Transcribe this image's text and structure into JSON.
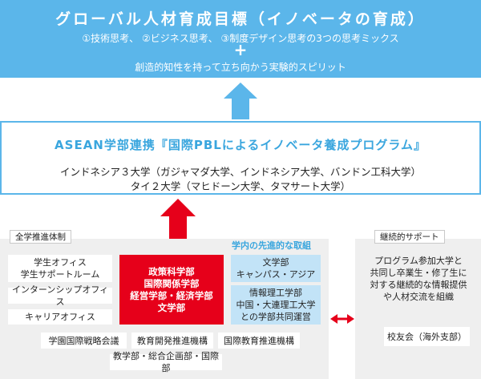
{
  "goal": {
    "title": "グローバル人材育成目標（イノベータの育成）",
    "line1": "①技術思考、 ②ビジネス思考、 ③制度デザイン思考の3つの思考ミックス",
    "plus": "+",
    "line2": "創造的知性を持って立ち向かう実験的スピリット"
  },
  "program": {
    "title": "ASEAN学部連携『国際PBLによるイノベータ養成プログラム』",
    "line1": "インドネシア３大学（ガジャマダ大学、インドネシア大学、バンドン工科大学）",
    "line2": "タイ２大学（マヒドーン大学、タマサート大学）"
  },
  "left_panel": {
    "tag": "全学推進体制",
    "offices": [
      "学生オフィス\n学生サポートルーム",
      "インターンシップオフィス",
      "キャリアオフィス"
    ],
    "faculties": "政策科学部\n国際関係学部\n経営学部・経済学部\n文学部",
    "advanced_label": "学内の先進的な取組",
    "advanced": [
      "文学部\nキャンパス・アジア",
      "情報理工学部\n中国・大連理工大学\nとの学部共同運営"
    ],
    "orgs": [
      "学園国際戦略会議",
      "教育開発推進機構",
      "国際教育推進機構"
    ],
    "bottom": "教学部・総合企画部・国際部"
  },
  "right_panel": {
    "tag": "継続的サポート",
    "description": "プログラム参加大学と\n共同し卒業生・修了生に\n対する継続的な情報提供\nや人材交流を組織",
    "alumni": "校友会（海外支部）"
  },
  "colors": {
    "sky_blue": "#5bb6ea",
    "light_blue": "#c2e3f7",
    "red": "#e6001a",
    "panel_gray": "#efefef"
  }
}
